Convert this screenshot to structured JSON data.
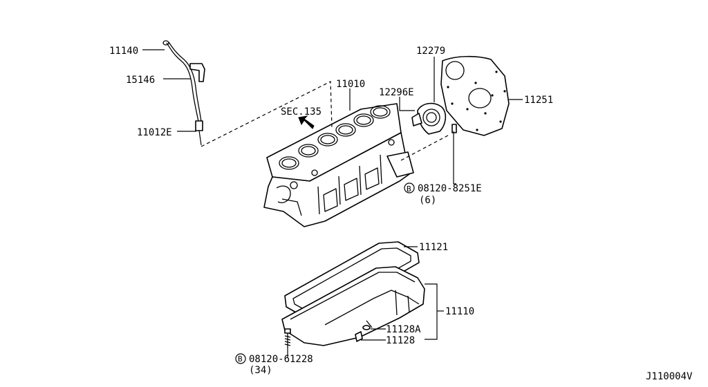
{
  "labels": {
    "p11140": "11140",
    "p15146": "15146",
    "p11012e": "11012E",
    "p11010": "11010",
    "sec135": "SEC.135",
    "p12279": "12279",
    "p12296e": "12296E",
    "p11251": "11251",
    "bolt_top": "08120-8251E",
    "bolt_top_qty": "(6)",
    "p11121": "11121",
    "p11110": "11110",
    "p11128a": "11128A",
    "p11128": "11128",
    "bolt_bottom": "08120-61228",
    "bolt_bottom_qty": "(34)",
    "b_marker": "B",
    "diagram_id": "J110004V"
  },
  "colors": {
    "ink": "#000000",
    "background": "#ffffff"
  }
}
